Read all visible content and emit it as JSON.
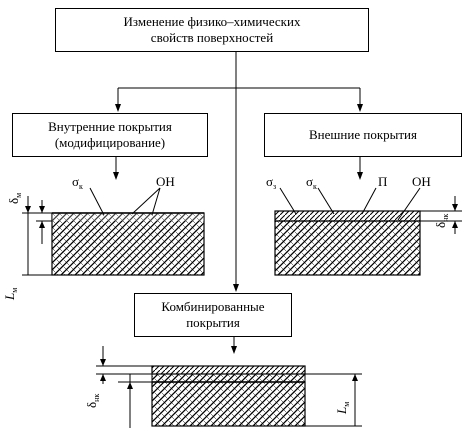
{
  "top_box": {
    "line1": "Изменение физико–химических",
    "line2": "свойств поверхностей"
  },
  "left_box": {
    "line1": "Внутренние покрытия",
    "line2": "(модифицирование)"
  },
  "right_box": {
    "line1": "Внешние покрытия"
  },
  "bottom_box": {
    "line1": "Комбинированные",
    "line2": "покрытия"
  },
  "labels": {
    "sigma": "σ",
    "sub_k": "к",
    "sub_z": "з",
    "sub_m": "м",
    "sub_nk": "нк",
    "delta": "δ",
    "L": "L",
    "on": "ОН",
    "p": "П"
  }
}
